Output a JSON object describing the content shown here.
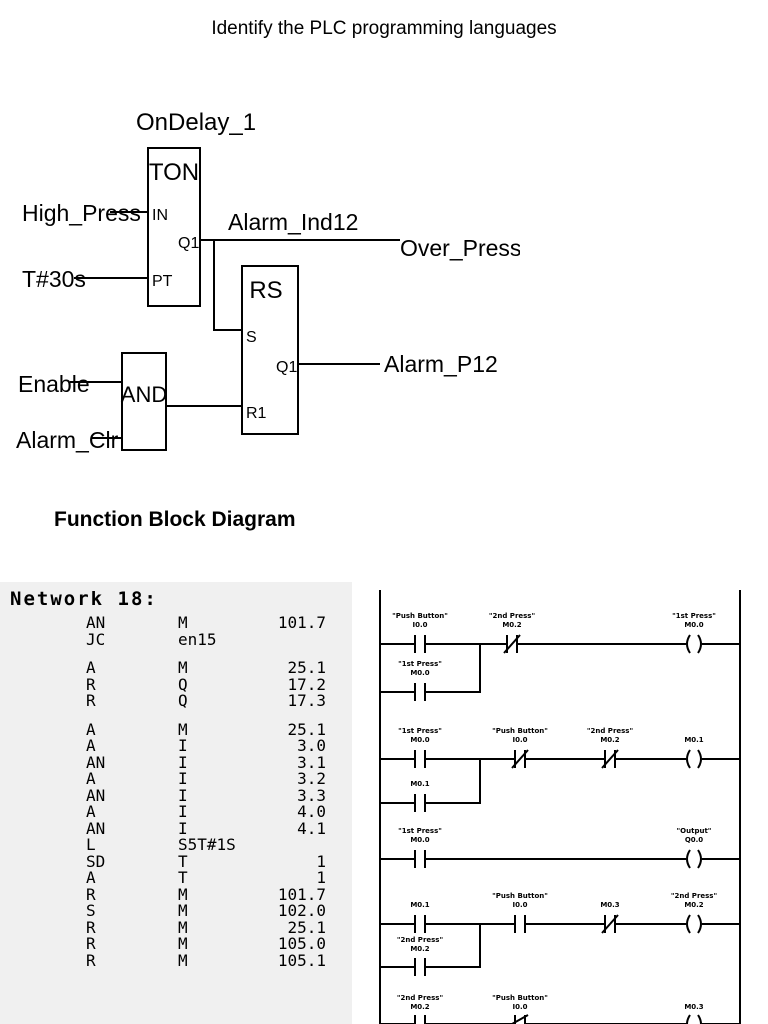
{
  "title": "Identify the PLC programming languages",
  "fbd": {
    "caption": "Function Block Diagram",
    "instance_name": "OnDelay_1",
    "ton_block": {
      "type": "TON",
      "in_label": "IN",
      "pt_label": "PT",
      "q_label": "Q1"
    },
    "rs_block": {
      "type": "RS",
      "s_label": "S",
      "r_label": "R1",
      "q_label": "Q1"
    },
    "and_block": {
      "type": "AND"
    },
    "signals": {
      "high_press": "High_Press",
      "timer": "T#30s",
      "alarm_ind": "Alarm_Ind12",
      "over_press": "Over_Press",
      "enable": "Enable",
      "alarm_clr": "Alarm_Clr",
      "alarm_p12": "Alarm_P12"
    }
  },
  "stl": {
    "header": "Network 18:",
    "rows": [
      {
        "op": "AN",
        "area": "M",
        "addr": "101.7"
      },
      {
        "op": "JC",
        "area": "en15",
        "addr": ""
      },
      {
        "op": "A",
        "area": "M",
        "addr": "25.1"
      },
      {
        "op": "R",
        "area": "Q",
        "addr": "17.2"
      },
      {
        "op": "R",
        "area": "Q",
        "addr": "17.3"
      },
      {
        "op": "A",
        "area": "M",
        "addr": "25.1"
      },
      {
        "op": "A",
        "area": "I",
        "addr": "3.0"
      },
      {
        "op": "AN",
        "area": "I",
        "addr": "3.1"
      },
      {
        "op": "A",
        "area": "I",
        "addr": "3.2"
      },
      {
        "op": "AN",
        "area": "I",
        "addr": "3.3"
      },
      {
        "op": "A",
        "area": "I",
        "addr": "4.0"
      },
      {
        "op": "AN",
        "area": "I",
        "addr": "4.1"
      },
      {
        "op": "L",
        "area": "S5T#1S",
        "addr": ""
      },
      {
        "op": "SD",
        "area": "T",
        "addr": "1"
      },
      {
        "op": "A",
        "area": "T",
        "addr": "1"
      },
      {
        "op": "R",
        "area": "M",
        "addr": "101.7"
      },
      {
        "op": "S",
        "area": "M",
        "addr": "102.0"
      },
      {
        "op": "R",
        "area": "M",
        "addr": "25.1"
      },
      {
        "op": "R",
        "area": "M",
        "addr": "105.0"
      },
      {
        "op": "R",
        "area": "M",
        "addr": "105.1"
      }
    ]
  },
  "ladder": {
    "r1_c1_name": "\"Push Button\"",
    "r1_c1_addr": "I0.0",
    "r1_c2_name": "\"2nd Press\"",
    "r1_c2_addr": "M0.2",
    "r1_coil_name": "\"1st Press\"",
    "r1_coil_addr": "M0.0",
    "r1_b_name": "\"1st Press\"",
    "r1_b_addr": "M0.0",
    "r2_c1_name": "\"1st Press\"",
    "r2_c1_addr": "M0.0",
    "r2_c2_name": "\"Push Button\"",
    "r2_c2_addr": "I0.0",
    "r2_c3_name": "\"2nd Press\"",
    "r2_c3_addr": "M0.2",
    "r2_coil_addr": "M0.1",
    "r2_b_addr": "M0.1",
    "r3_c1_name": "\"1st Press\"",
    "r3_c1_addr": "M0.0",
    "r3_coil_name": "\"Output\"",
    "r3_coil_addr": "Q0.0",
    "r4_c1_addr": "M0.1",
    "r4_c2_name": "\"Push Button\"",
    "r4_c2_addr": "I0.0",
    "r4_c3_addr": "M0.3",
    "r4_coil_name": "\"2nd Press\"",
    "r4_coil_addr": "M0.2",
    "r4_b_name": "\"2nd Press\"",
    "r4_b_addr": "M0.2",
    "r5_c1_name": "\"2nd Press\"",
    "r5_c1_addr": "M0.2",
    "r5_c2_name": "\"Push Button\"",
    "r5_c2_addr": "I0.0",
    "r5_coil_addr": "M0.3"
  }
}
